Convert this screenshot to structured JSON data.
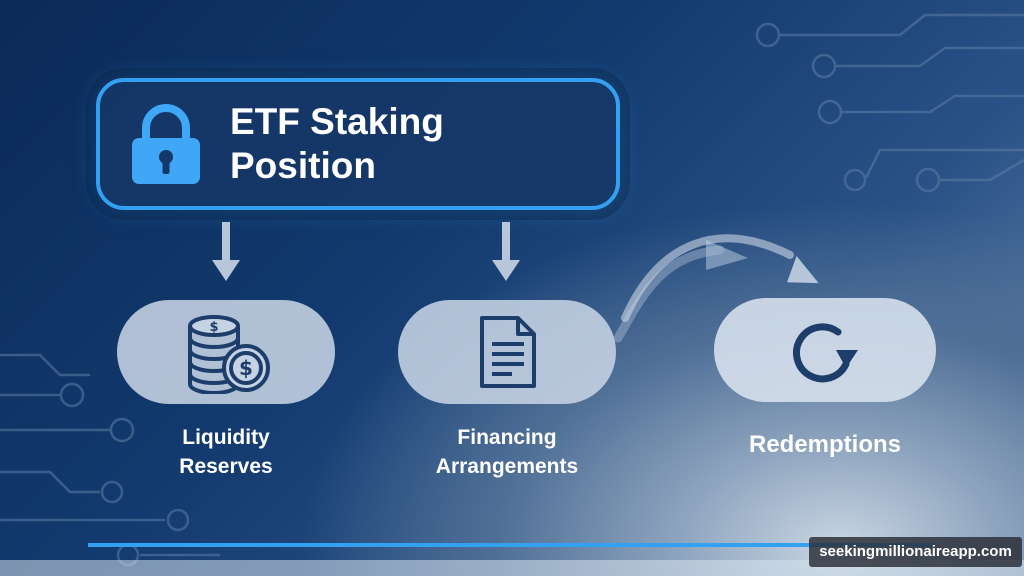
{
  "header": {
    "title": "ETF Staking\nPosition",
    "icon": "lock-icon"
  },
  "nodes": [
    {
      "id": "liquidity",
      "label": "Liquidity\nReserves",
      "icon": "coins-dollar-icon"
    },
    {
      "id": "financing",
      "label": "Financing\nArrangements",
      "icon": "document-icon"
    },
    {
      "id": "redemptions",
      "label": "Redemptions",
      "icon": "refresh-cycle-icon"
    }
  ],
  "watermark": "seekingmillionaireapp.com",
  "colors": {
    "accent": "#34a0f2",
    "background_dark": "#0b2a57",
    "icon": "#1d3d6b",
    "pill": "#c6d3e4"
  }
}
